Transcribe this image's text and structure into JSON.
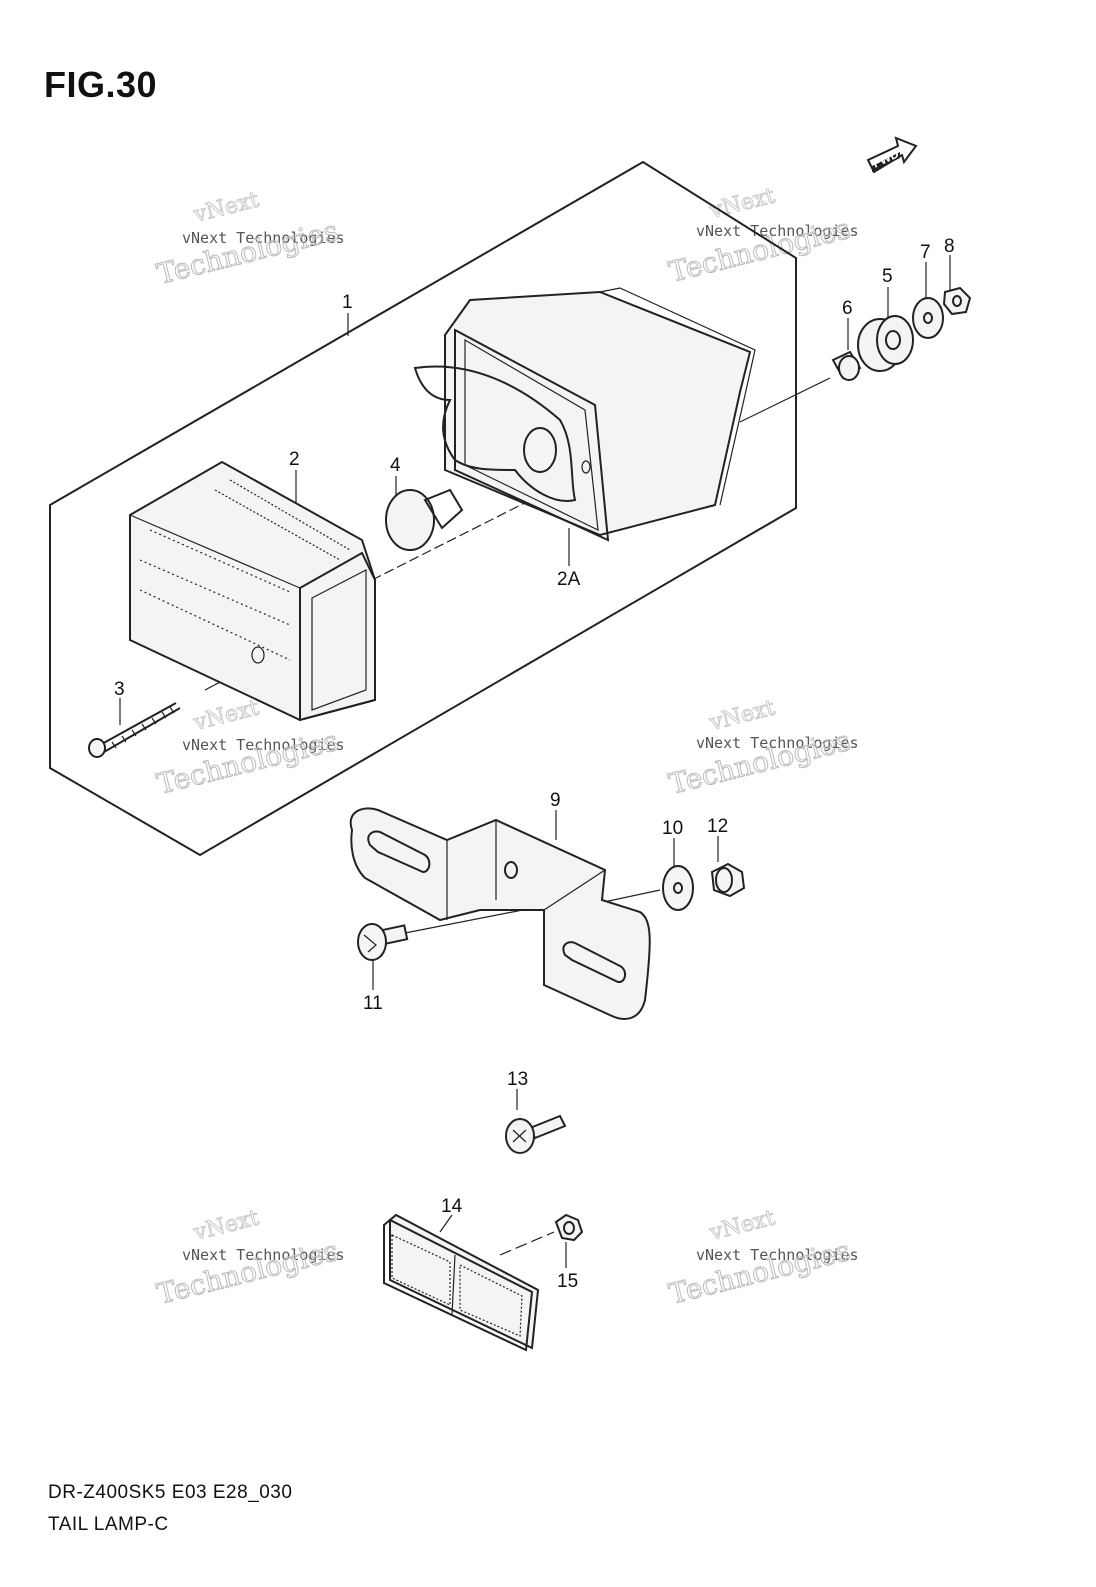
{
  "figure": {
    "title": "FIG.30",
    "model_code": "DR-Z400SK5 E03 E28_030",
    "part_group": "TAIL LAMP-C",
    "direction_tag": "FWD"
  },
  "callouts": [
    {
      "id": "1"
    },
    {
      "id": "2"
    },
    {
      "id": "2A"
    },
    {
      "id": "3"
    },
    {
      "id": "4"
    },
    {
      "id": "5"
    },
    {
      "id": "6"
    },
    {
      "id": "7"
    },
    {
      "id": "8"
    },
    {
      "id": "9"
    },
    {
      "id": "10"
    },
    {
      "id": "11"
    },
    {
      "id": "12"
    },
    {
      "id": "13"
    },
    {
      "id": "14"
    },
    {
      "id": "15"
    }
  ],
  "watermark": {
    "line1": "vNext Technologies",
    "big1": "vNext",
    "big2": "Technologies"
  }
}
